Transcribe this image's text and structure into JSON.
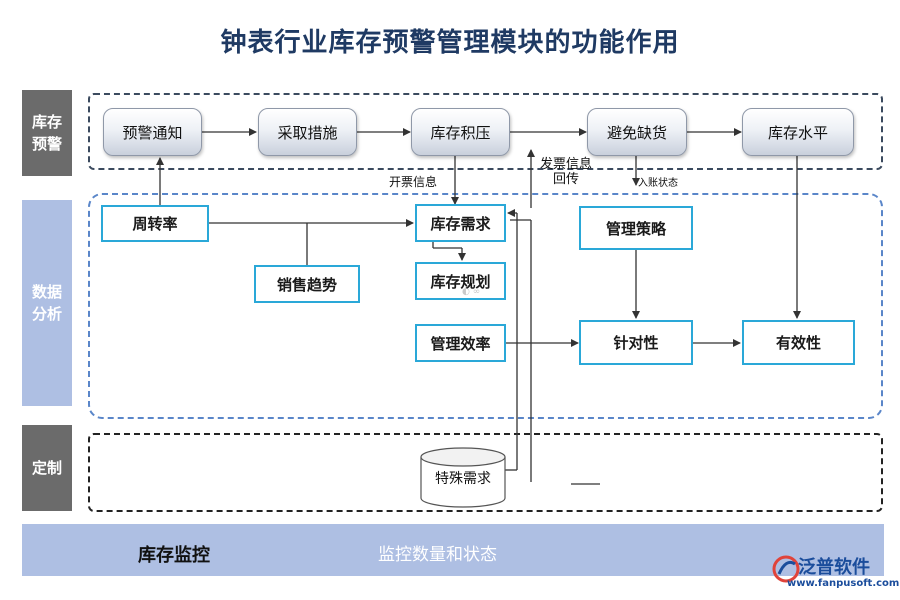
{
  "title": "钟表行业库存预警管理模块的功能作用",
  "side_tags": {
    "warning": "库存\n预警",
    "analysis": "数据\n分析",
    "custom": "定制"
  },
  "warning_nodes": [
    "预警通知",
    "采取措施",
    "库存积压",
    "避免缺货",
    "库存水平"
  ],
  "analysis_nodes": {
    "turnover": "周转率",
    "sales_trend": "销售趋势",
    "demand": "库存需求",
    "planning": "库存规划",
    "efficiency": "管理效率",
    "strategy": "管理策略",
    "targeting": "针对性",
    "effectiveness": "有效性"
  },
  "custom_node": "特殊需求",
  "edge_labels": {
    "invoice_info": "开票信息",
    "invoice_return": "发票信息\n回传",
    "inbound_status": "入账状态"
  },
  "bottom": {
    "title": "库存监控",
    "subtitle": "监控数量和状态"
  },
  "logo": {
    "name": "泛普软件",
    "url": "www.fanpusoft.com"
  },
  "colors": {
    "title": "#1f3a63",
    "accent_border": "#2aa8d8",
    "tag_dark": "#6b6b6b",
    "tag_light": "#aebfe3",
    "brand": "#1b4d9c"
  }
}
